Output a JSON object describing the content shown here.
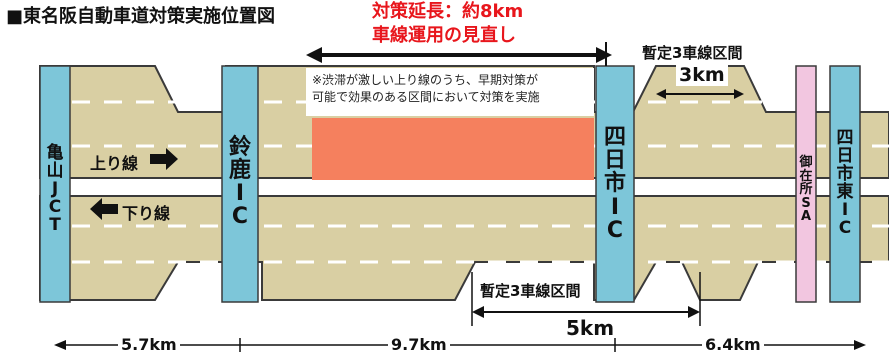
{
  "title": "■東名阪自動車道対策実施位置図",
  "headline": {
    "line1": "対策延長：約8km",
    "line2": "車線運用の見直し"
  },
  "note": {
    "line1": "※渋滞が激しい上り線のうち、早期対策が",
    "line2": "可能で効果のある区間において対策を実施"
  },
  "interchanges": [
    {
      "chars": [
        "亀",
        "山",
        "J",
        "C",
        "T"
      ]
    },
    {
      "chars": [
        "鈴",
        "鹿",
        "I",
        "C"
      ]
    },
    {
      "chars": [
        "四",
        "日",
        "市",
        "I",
        "C"
      ]
    },
    {
      "chars": [
        "御",
        "在",
        "所",
        "S",
        "A"
      ]
    },
    {
      "chars": [
        "四",
        "日",
        "市",
        "東",
        "I",
        "C"
      ]
    }
  ],
  "directions": {
    "up": "上り線",
    "down": "下り線"
  },
  "provisional_top": {
    "label": "暫定3車線区間",
    "length": "3km"
  },
  "provisional_bottom": {
    "label": "暫定3車線区間",
    "length": "5km"
  },
  "distances": [
    "5.7km",
    "9.7km",
    "6.4km"
  ],
  "colors": {
    "road": "#d9cfa3",
    "road_edge": "#3a3a3a",
    "interchange": "#7dc6d9",
    "service_area": "#f2c6e0",
    "target_section": "#f5805e",
    "headline": "#e8161c"
  }
}
